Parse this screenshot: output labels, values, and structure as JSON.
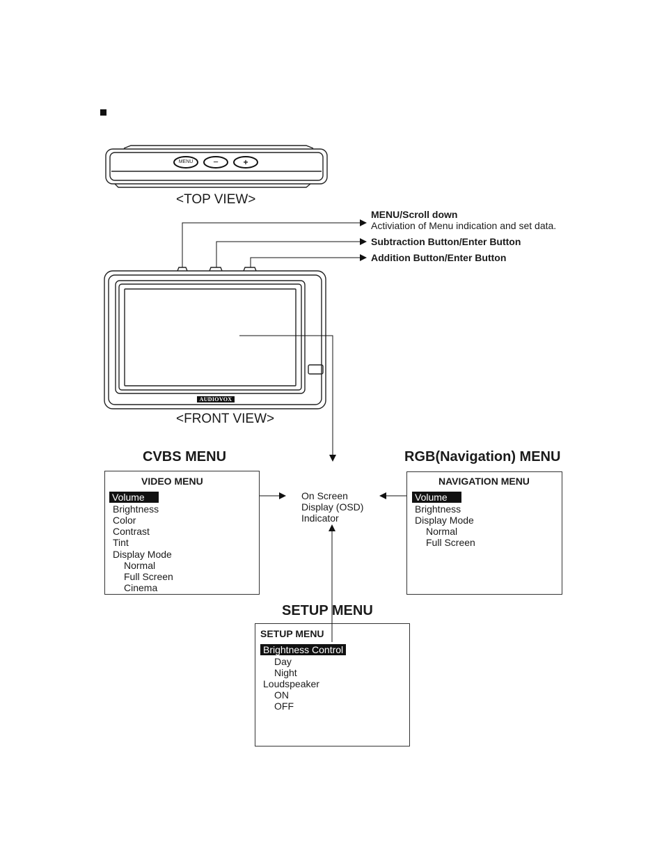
{
  "top_view": {
    "label": "<TOP VIEW>",
    "buttons": [
      "MENU",
      "−",
      "+"
    ]
  },
  "front_view": {
    "label": "<FRONT VIEW>",
    "brand": "AUDIOVOX"
  },
  "annotations": {
    "menu_title": "MENU/Scroll down",
    "menu_desc": "Activiation of Menu indication and set data.",
    "subtraction": "Subtraction Button/Enter Button",
    "addition": "Addition Button/Enter Button"
  },
  "cvbs": {
    "title": "CVBS MENU",
    "header": "VIDEO MENU",
    "items": [
      "Volume",
      "Brightness",
      "Color",
      "Contrast",
      "Tint",
      "Display Mode",
      "Normal",
      "Full Screen",
      "Cinema"
    ]
  },
  "rgb": {
    "title": "RGB(Navigation) MENU",
    "header": "NAVIGATION MENU",
    "items": [
      "Volume",
      "Brightness",
      "Display Mode",
      "Normal",
      "Full Screen"
    ]
  },
  "setup": {
    "title": "SETUP MENU",
    "header": "SETUP MENU",
    "items": [
      "Brightness Control",
      "Day",
      "Night",
      "Loudspeaker",
      "ON",
      "OFF"
    ]
  },
  "osd": {
    "lines": [
      "On Screen",
      "Display (OSD)",
      "Indicator"
    ]
  }
}
